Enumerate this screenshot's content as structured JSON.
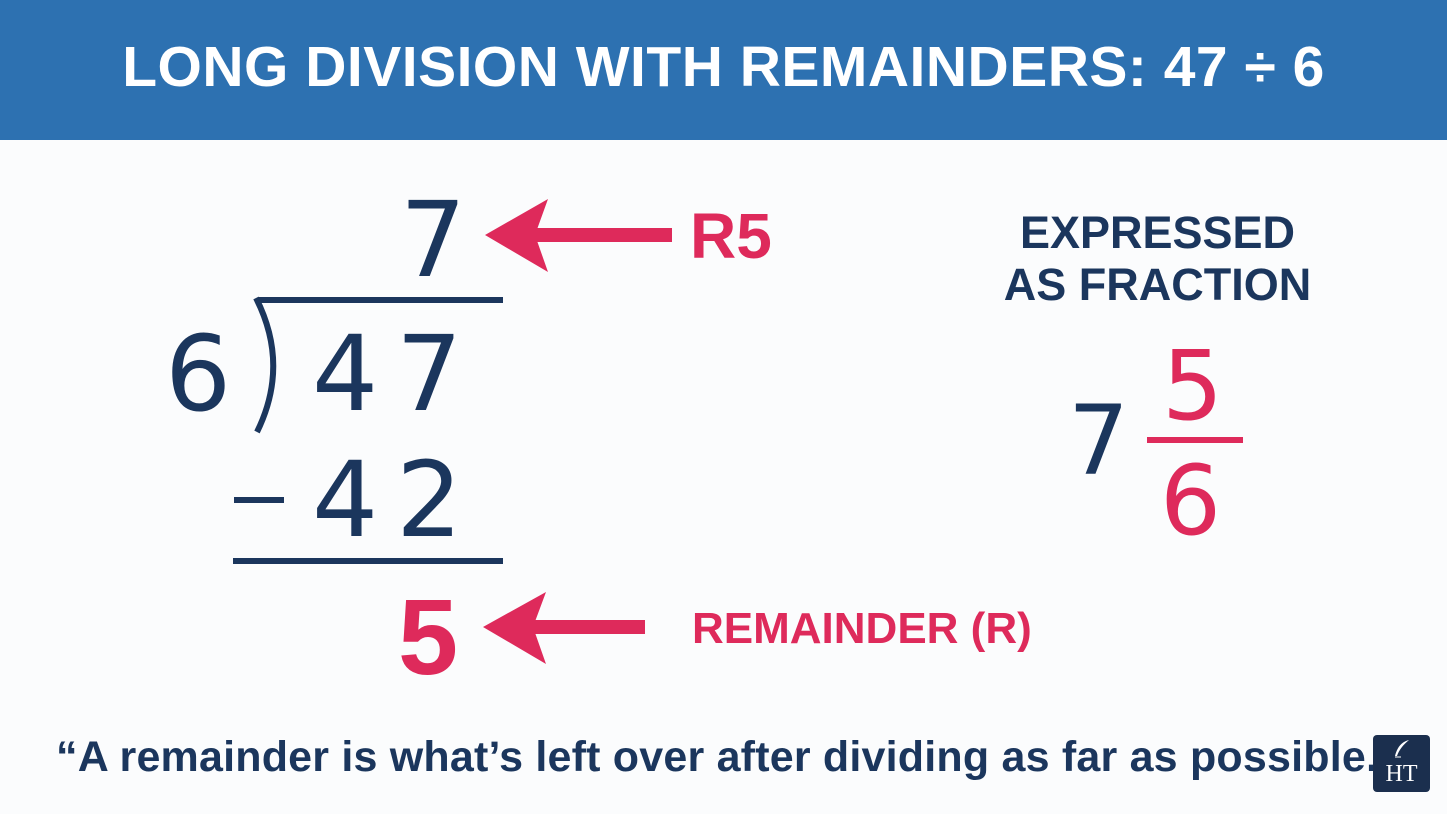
{
  "header": {
    "title": "LONG DIVISION WITH REMAINDERS: 47 ÷ 6",
    "background_color": "#2d71b1"
  },
  "long_division": {
    "divisor": "6",
    "dividend": "47",
    "quotient": "7",
    "subtraction_sign": "−",
    "subtrahend": "42",
    "remainder": "5"
  },
  "annotations": {
    "quotient_label": "R5",
    "remainder_label": "REMAINDER (R)",
    "arrow_icon": "arrow-left-icon"
  },
  "fraction_panel": {
    "title_line1": "EXPRESSED",
    "title_line2": "AS FRACTION",
    "whole": "7",
    "numerator": "5",
    "denominator": "6"
  },
  "footer": {
    "quote": "“A remainder is what’s left over after dividing as far as possible.",
    "logo_text": "HT",
    "logo_icon": "quill-icon"
  },
  "colors": {
    "navy": "#1b365d",
    "accent_red": "#de2a5b",
    "header_blue": "#2d71b1",
    "background": "#fbfcfd"
  }
}
